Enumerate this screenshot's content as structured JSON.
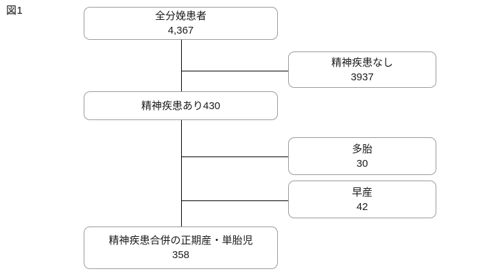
{
  "figure": {
    "label": "図1"
  },
  "chart_data": {
    "type": "diagram",
    "title": "図1",
    "diagram_kind": "patient-selection-flowchart",
    "nodes": [
      {
        "id": "all-deliveries",
        "line1": "全分娩患者",
        "line2": "4,367",
        "count": 4367
      },
      {
        "id": "no-psych",
        "line1": "精神疾患なし",
        "line2": "3937",
        "count": 3937
      },
      {
        "id": "with-psych",
        "line1": "精神疾患あり430",
        "line2": "",
        "count": 430
      },
      {
        "id": "multiple-births",
        "line1": "多胎",
        "line2": "30",
        "count": 30
      },
      {
        "id": "preterm",
        "line1": "早産",
        "line2": "42",
        "count": 42
      },
      {
        "id": "final-cohort",
        "line1": "精神疾患合併の正期産・単胎児",
        "line2": "358",
        "count": 358
      }
    ],
    "edges": [
      {
        "from": "all-deliveries",
        "to": "no-psych",
        "type": "exclusion"
      },
      {
        "from": "all-deliveries",
        "to": "with-psych",
        "type": "inclusion"
      },
      {
        "from": "with-psych",
        "to": "multiple-births",
        "type": "exclusion"
      },
      {
        "from": "with-psych",
        "to": "preterm",
        "type": "exclusion"
      },
      {
        "from": "with-psych",
        "to": "final-cohort",
        "type": "inclusion"
      }
    ]
  },
  "nodes": {
    "all_deliveries": {
      "line1": "全分娩患者",
      "line2": "4,367"
    },
    "no_psych": {
      "line1": "精神疾患なし",
      "line2": "3937"
    },
    "with_psych": {
      "line1": "精神疾患あり430",
      "line2": ""
    },
    "multiple_births": {
      "line1": "多胎",
      "line2": "30"
    },
    "preterm": {
      "line1": "早産",
      "line2": "42"
    },
    "final_cohort": {
      "line1": "精神疾患合併の正期産・単胎児",
      "line2": "358"
    }
  },
  "colors": {
    "box_border": "#9a9a9a",
    "connector": "#000000",
    "text": "#1a1a1a",
    "background": "#ffffff"
  }
}
